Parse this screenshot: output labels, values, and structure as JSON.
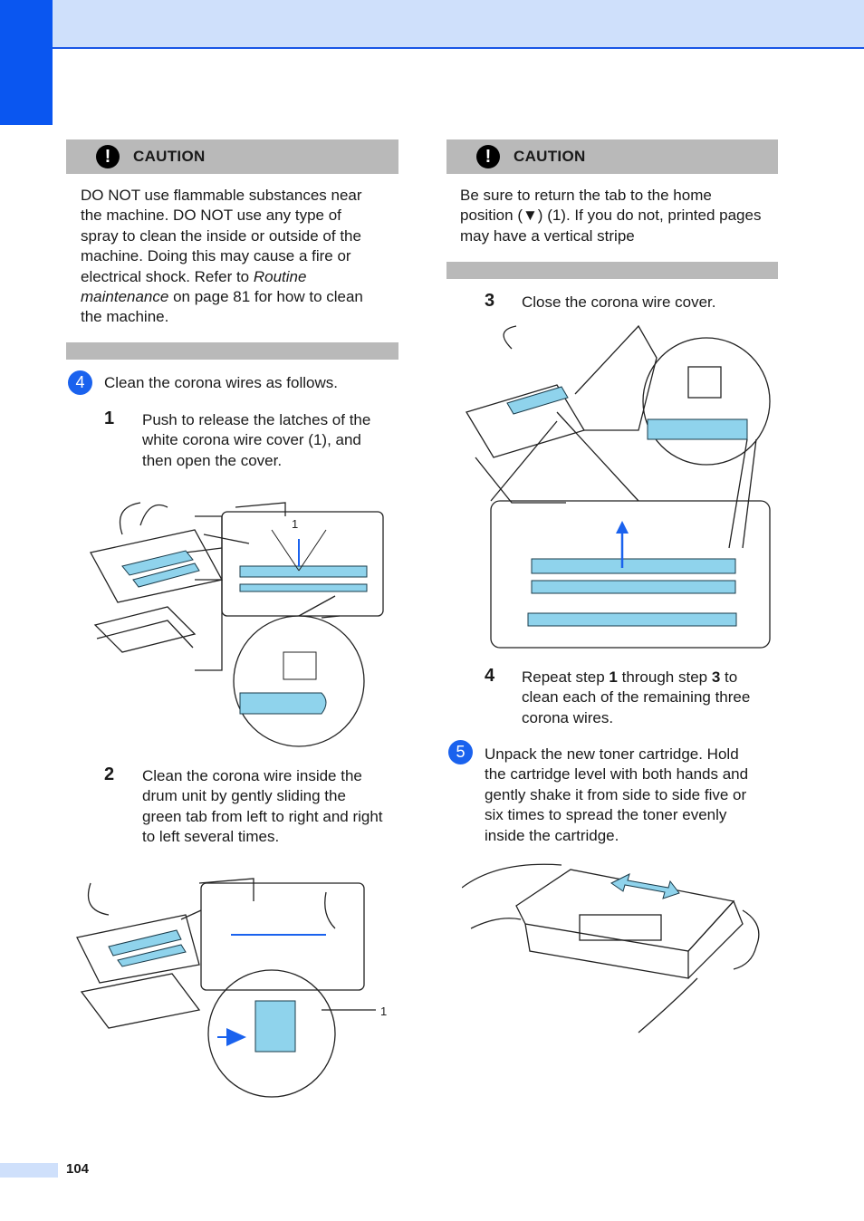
{
  "caution_left": {
    "label": "CAUTION",
    "line1": "DO NOT use flammable substances near",
    "line2": "the machine. DO NOT use any type of",
    "line3": "spray to clean the inside or outside of the",
    "line4": "machine. Doing this may cause a fire or",
    "line5a": "electrical shock. Refer to ",
    "line5b": "Routine",
    "line6a": "maintenance",
    "line6b": " on page 81 for how to clean",
    "line7": "the machine."
  },
  "step4": {
    "num": "4",
    "text": "Clean the corona wires as follows.",
    "sub1": {
      "num": "1",
      "lines": [
        "Push to release the latches of the",
        "white corona wire cover (1), and",
        "then open the cover."
      ],
      "callout": "1"
    },
    "sub2": {
      "num": "2",
      "lines": [
        "Clean the corona wire inside the",
        "drum unit by gently sliding the",
        "green tab from left to right and right",
        "to left several times."
      ],
      "callout": "1"
    }
  },
  "caution_right": {
    "label": "CAUTION",
    "line1": "Be sure to return the tab to the home",
    "line2": "position (▼) (1). If you do not, printed pages",
    "line3": "may have a vertical stripe"
  },
  "sub3": {
    "num": "3",
    "text": "Close the corona wire cover."
  },
  "sub4": {
    "num": "4",
    "l1a": "Repeat step ",
    "l1b": "1",
    "l1c": " through step ",
    "l1d": "3",
    "l1e": " to",
    "l2": "clean each of the remaining three",
    "l3": "corona wires."
  },
  "step5": {
    "num": "5",
    "lines": [
      "Unpack the new toner cartridge. Hold",
      "the cartridge level with both hands and",
      "gently shake it from side to side five or",
      "six times to spread the toner evenly",
      "inside the cartridge."
    ]
  },
  "page_number": "104",
  "colors": {
    "accent_blue": "#1a62ee",
    "header_light": "#cfe0fb",
    "caution_gray": "#b9b9b9",
    "wire_blue": "#8fd3ec"
  }
}
